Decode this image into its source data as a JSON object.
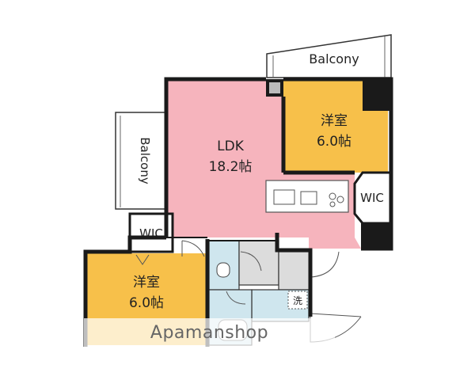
{
  "floorplan": {
    "rooms": {
      "ldk": {
        "name": "LDK",
        "size": "18.2帖",
        "color": "#f6b4bd"
      },
      "western_room_upper": {
        "name": "洋室",
        "size": "6.0帖",
        "color": "#f7c04a"
      },
      "western_room_lower": {
        "name": "洋室",
        "size": "6.0帖",
        "color": "#f7c04a"
      },
      "wic_upper": {
        "name": "WIC"
      },
      "wic_lower": {
        "name": "WIC"
      },
      "balcony_top": {
        "name": "Balcony"
      },
      "balcony_left": {
        "name": "Balcony"
      },
      "washer_space": {
        "name": "洗"
      }
    },
    "wet_area_color": "#cfe6ee",
    "wall_color": "#1a1a1a"
  },
  "watermark": {
    "text": "Apamanshop"
  }
}
